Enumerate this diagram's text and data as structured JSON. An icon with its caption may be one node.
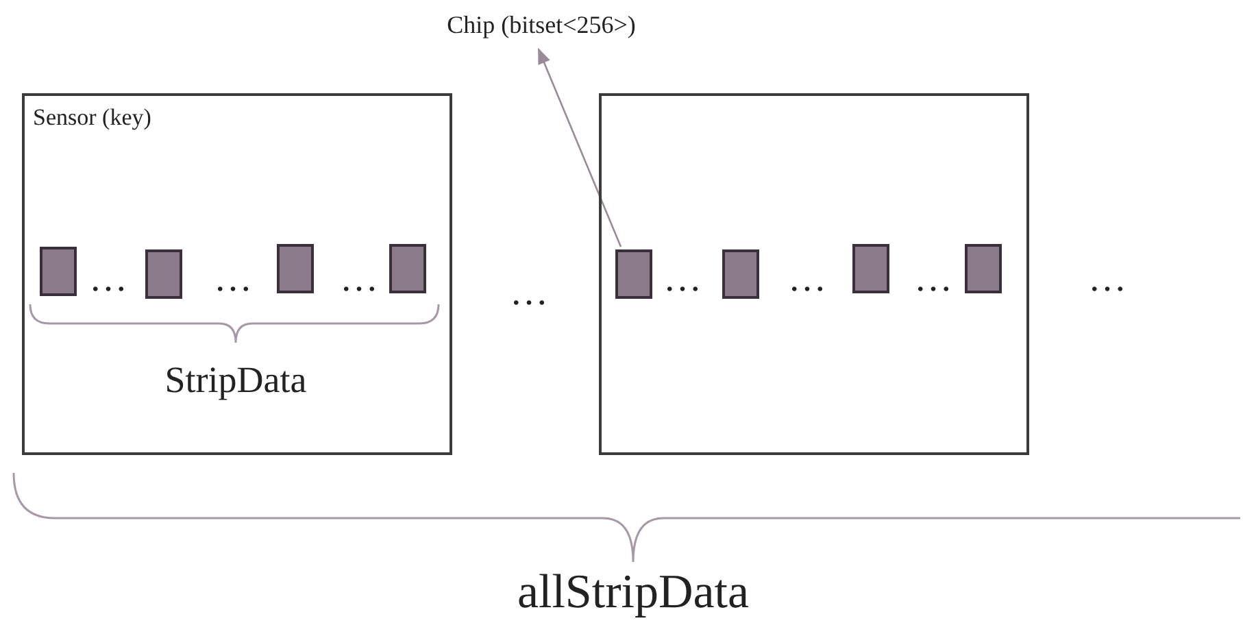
{
  "diagram": {
    "nodes": [
      {
        "text": [
          "Sensor (key)"
        ]
      },
      {
        "text": [],
        "shape": "box",
        "in": 0
      },
      {
        "text": [],
        "shape": "box",
        "in": 0
      },
      {
        "text": [],
        "shape": "box",
        "in": 0
      },
      {
        "text": [],
        "shape": "box",
        "in": 0
      },
      {
        "text": [],
        "shape": "box"
      },
      {
        "text": [],
        "shape": "box",
        "in": 5
      },
      {
        "text": [],
        "shape": "box",
        "in": 5
      },
      {
        "text": [],
        "shape": "box",
        "in": 5
      },
      {
        "text": [],
        "shape": "box",
        "in": 5
      },
      {
        "text": [
          "Chip (bitset<256>)"
        ]
      }
    ],
    "edges": [
      {
        "from": 6,
        "to": 10,
        "arrow": "to"
      }
    ],
    "labels": [
      "…",
      "…",
      "…",
      "…",
      "…",
      "…",
      "…",
      "…",
      "StripData",
      "allStripData"
    ]
  }
}
